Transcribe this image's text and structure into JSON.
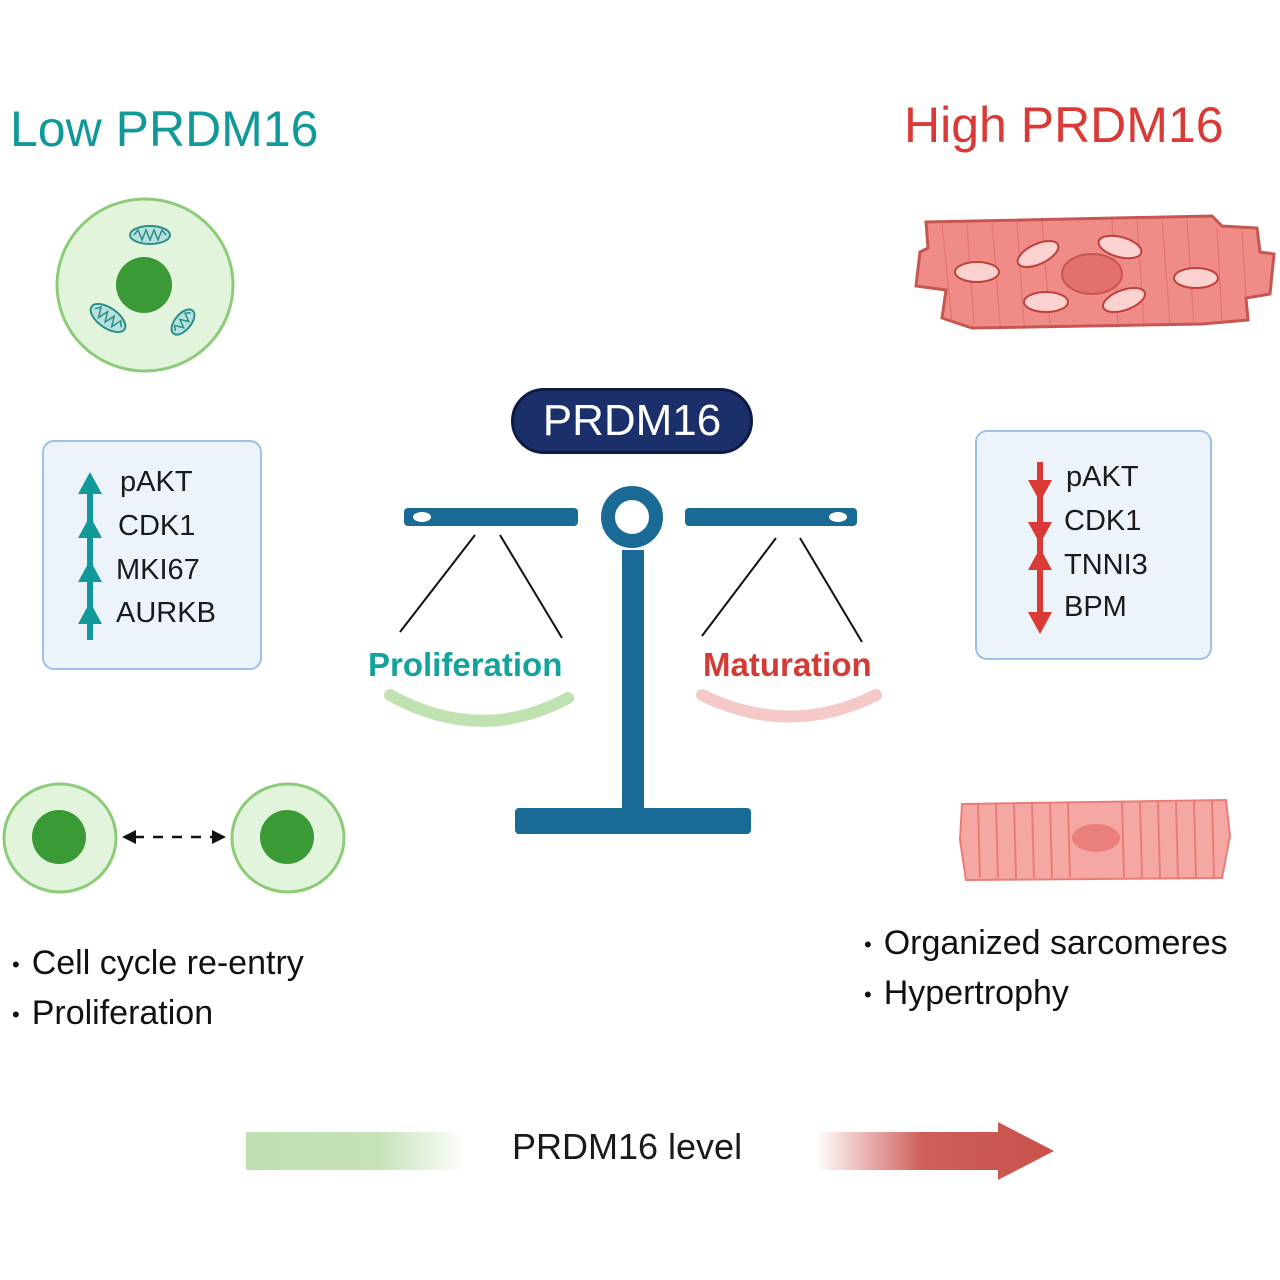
{
  "titles": {
    "low": "Low PRDM16",
    "high": "High PRDM16"
  },
  "center": {
    "pill_label": "PRDM16",
    "left_pan_label": "Proliferation",
    "right_pan_label": "Maturation"
  },
  "left_markers": [
    {
      "direction": "up",
      "label": "pAKT"
    },
    {
      "direction": "up",
      "label": "CDK1"
    },
    {
      "direction": "up",
      "label": "MKI67"
    },
    {
      "direction": "up",
      "label": "AURKB"
    }
  ],
  "right_markers": [
    {
      "direction": "down",
      "label": "pAKT"
    },
    {
      "direction": "down",
      "label": "CDK1"
    },
    {
      "direction": "up",
      "label": "TNNI3"
    },
    {
      "direction": "down",
      "label": "BPM"
    }
  ],
  "left_outcomes": [
    "Cell cycle re-entry",
    "Proliferation"
  ],
  "right_outcomes": [
    "Organized sarcomeres",
    "Hypertrophy"
  ],
  "bottom": {
    "level_label": "PRDM16 level"
  },
  "colors": {
    "teal": "#11999a",
    "red": "#d93a35",
    "navy": "#1b2f6a",
    "scale_blue": "#1a6a96",
    "cell_green": "#e2f5dc",
    "cell_border": "#8ccc78",
    "nucleus_green": "#3a9a36",
    "muscle_red": "#f08c88",
    "box_fill": "#edf3fb",
    "box_border": "#9cc0e8"
  }
}
